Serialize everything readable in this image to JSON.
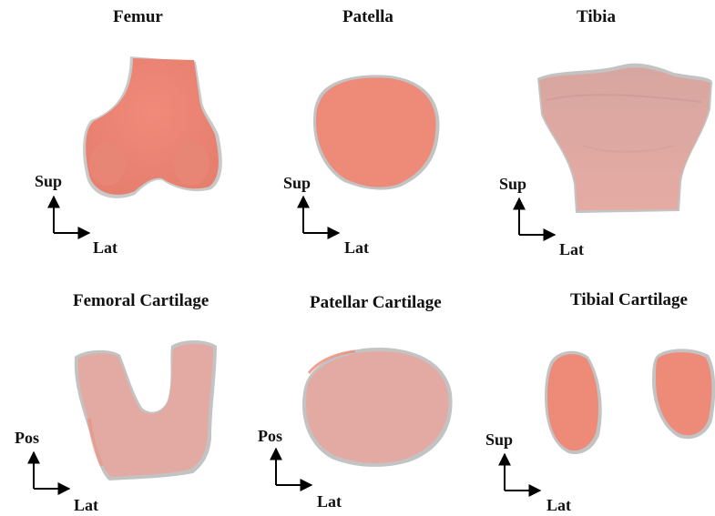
{
  "panels": [
    {
      "title": "Femur",
      "vertical_axis": "Sup",
      "horizontal_axis": "Lat"
    },
    {
      "title": "Patella",
      "vertical_axis": "Sup",
      "horizontal_axis": "Lat"
    },
    {
      "title": "Tibia",
      "vertical_axis": "Sup",
      "horizontal_axis": "Lat"
    },
    {
      "title": "Femoral Cartilage",
      "vertical_axis": "Pos",
      "horizontal_axis": "Lat"
    },
    {
      "title": "Patellar Cartilage",
      "vertical_axis": "Pos",
      "horizontal_axis": "Lat"
    },
    {
      "title": "Tibial Cartilage",
      "vertical_axis": "Sup",
      "horizontal_axis": "Lat"
    }
  ],
  "colors": {
    "model_fill": "#ee8d7c",
    "model_light": "#e9a79c",
    "overlay_grey": "#b9b9b9",
    "arrow": "#000000"
  }
}
